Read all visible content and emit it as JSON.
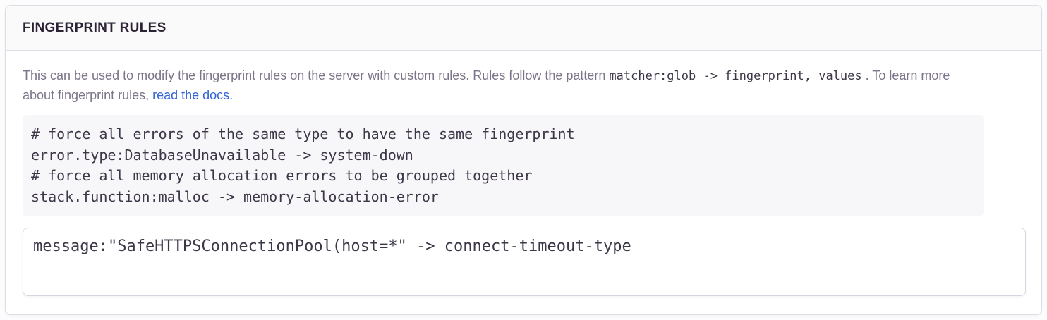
{
  "panel": {
    "header": {
      "title": "FINGERPRINT RULES"
    },
    "description": {
      "text_before_code": "This can be used to modify the fingerprint rules on the server with custom rules. Rules follow the pattern ",
      "inline_code": "matcher:glob -> fingerprint, values",
      "text_after_code": " . To learn more about fingerprint rules, ",
      "link_text": "read the docs."
    },
    "example_block": {
      "lines": [
        "# force all errors of the same type to have the same fingerprint",
        "error.type:DatabaseUnavailable -> system-down",
        "# force all memory allocation errors to be grouped together",
        "stack.function:malloc -> memory-allocation-error"
      ]
    },
    "rules_input": {
      "value": "message:\"SafeHTTPSConnectionPool(host=*\" -> connect-timeout-type"
    }
  },
  "colors": {
    "accent_link": "#3465D6",
    "header_text": "#2B2233",
    "body_text": "#7C7489",
    "code_text": "#3D3748",
    "panel_border": "#E0DCE5",
    "example_background": "#F7F6F9"
  }
}
